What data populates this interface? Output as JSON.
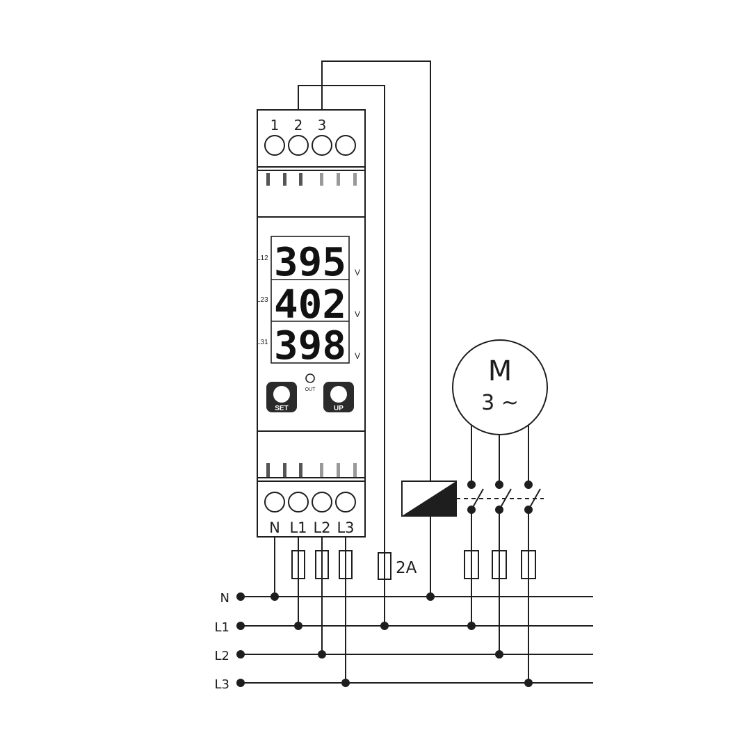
{
  "meter": {
    "top_terminals": [
      "1",
      "2",
      "3"
    ],
    "bottom_terminals": [
      "N",
      "L1",
      "L2",
      "L3"
    ],
    "rows": [
      {
        "label": "L12",
        "value": "395",
        "unit": "V"
      },
      {
        "label": "L23",
        "value": "402",
        "unit": "V"
      },
      {
        "label": "L31",
        "value": "398",
        "unit": "V"
      }
    ],
    "out_label": "OUT",
    "set_label": "SET",
    "up_label": "UP"
  },
  "motor": {
    "letter": "M",
    "phase": "3 ~"
  },
  "fuse_rating": "2A",
  "bus_lines": [
    "N",
    "L1",
    "L2",
    "L3"
  ]
}
